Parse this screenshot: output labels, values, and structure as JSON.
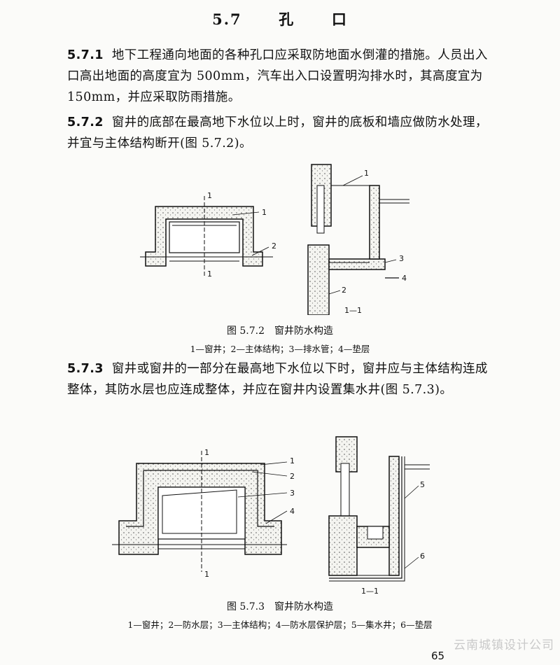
{
  "section": {
    "number": "5.7",
    "title_a": "孔",
    "title_b": "口"
  },
  "paragraphs": [
    {
      "num": "5.7.1",
      "text": "地下工程通向地面的各种孔口应采取防地面水倒灌的措施。人员出入口高出地面的高度宜为 500mm，汽车出入口设置明沟排水时，其高度宜为 150mm，并应采取防雨措施。"
    },
    {
      "num": "5.7.2",
      "text": "窗井的底部在最高地下水位以上时，窗井的底板和墙应做防水处理，并宜与主体结构断开(图 5.7.2)。"
    },
    {
      "num": "5.7.3",
      "text": "窗井或窗井的一部分在最高地下水位以下时，窗井应与主体结构连成整体，其防水层也应连成整体，并应在窗井内设置集水井(图 5.7.3)。"
    }
  ],
  "figure1": {
    "caption": "图 5.7.2　窗井防水构造",
    "legend": "1—窗井；2—主体结构；3—排水管；4—垫层",
    "section_mark": "1",
    "section_label": "1—1",
    "callouts": [
      "1",
      "2",
      "3",
      "4"
    ]
  },
  "figure2": {
    "caption": "图 5.7.3　窗井防水构造",
    "legend": "1—窗井；2—防水层；3—主体结构；4—防水层保护层；5—集水井；6—垫层",
    "section_mark": "1",
    "section_label": "1—1",
    "callouts": [
      "1",
      "2",
      "3",
      "4",
      "5",
      "6"
    ]
  },
  "watermark": "云南城镇设计公司",
  "page_number": "65"
}
